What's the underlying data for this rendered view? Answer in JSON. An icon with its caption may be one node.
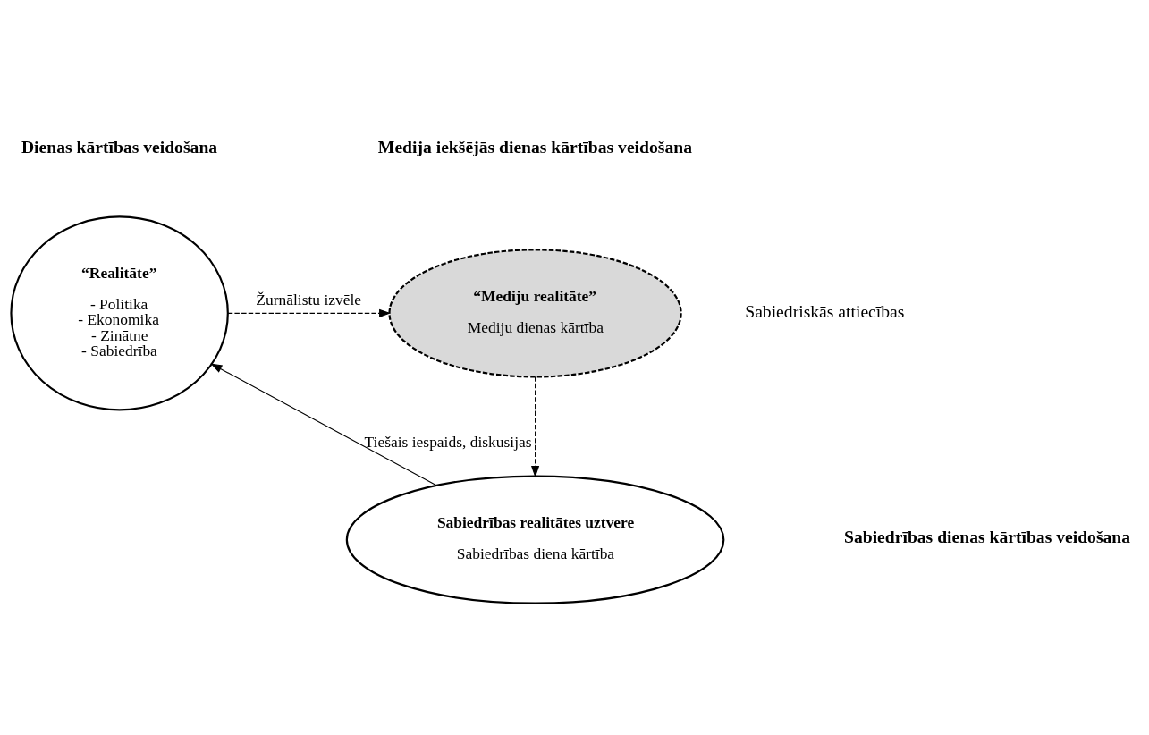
{
  "diagram": {
    "nodes": [
      {
        "text": [
          "“Realitāte”",
          "- Politika",
          "- Ekonomika",
          "- Zinātne",
          "- Sabiedrība"
        ]
      },
      {
        "text": [
          "“Mediju realitāte”",
          "Mediju dienas kārtība"
        ]
      },
      {
        "text": [
          "Sabiedrības realitātes uztvere",
          "Sabiedrības diena kārtība"
        ]
      }
    ],
    "edges": [
      {
        "from": 0,
        "to": 1,
        "arrow": "to",
        "style": "dashed",
        "label": "Žurnālistu izvēle"
      },
      {
        "from": 1,
        "to": 2,
        "arrow": "to",
        "style": "dashed"
      },
      {
        "from": 2,
        "to": 0,
        "arrow": "to",
        "label": "Tiešais iespaids, diskusijas"
      }
    ],
    "labels": [
      "Dienas kārtības veidošana",
      "Medija iekšējās dienas kārtības veidošana",
      "Sabiedriskās attiecības",
      "Sabiedrības dienas kārtības veidošana"
    ]
  }
}
